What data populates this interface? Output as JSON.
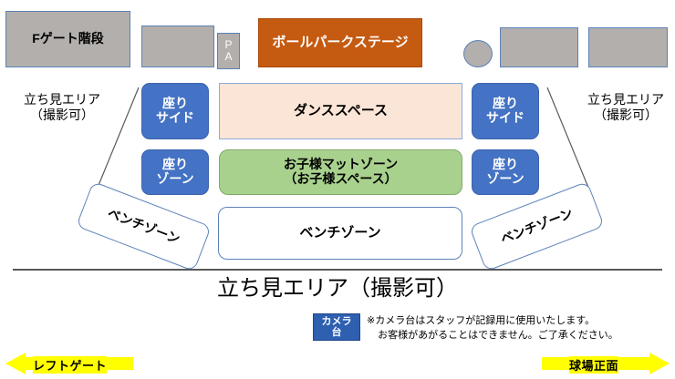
{
  "diagram": {
    "title_main": "立ち見エリア（撮影可）",
    "top_row": {
      "f_gate_stairs": "Fゲート階段",
      "blank_box_left": "",
      "pa_line1": "P",
      "pa_line2": "A",
      "stage": "ボールパークステージ",
      "circle": "",
      "blank_box_right_1": "",
      "blank_box_right_2": ""
    },
    "standing_left": {
      "line1": "立ち見エリア",
      "line2": "（撮影可）"
    },
    "standing_right": {
      "line1": "立ち見エリア",
      "line2": "（撮影可）"
    },
    "seating_row_1": {
      "left_line1": "座り",
      "left_line2": "サイド",
      "center": "ダンススペース",
      "right_line1": "座り",
      "right_line2": "サイド"
    },
    "seating_row_2": {
      "left_line1": "座り",
      "left_line2": "ゾーン",
      "center_line1": "お子様マットゾーン",
      "center_line2": "（お子様スペース）",
      "right_line1": "座り",
      "right_line2": "ゾーン"
    },
    "bench_row": {
      "left": "ベンチゾーン",
      "center": "ベンチゾーン",
      "right": "ベンチゾーン"
    },
    "camera_stand": {
      "label_line1": "カメラ",
      "label_line2": "台",
      "note_line1": "※カメラ台はスタッフが記録用に使用いたします。",
      "note_line2": "お客様があがることはできません。ご了承ください。"
    },
    "arrows": {
      "left_label": "レフトゲート",
      "right_label": "球場正面"
    },
    "colors": {
      "stage": "#C55A11",
      "seating": "#4472C4",
      "dance_space": "#FBE5D6",
      "kids_zone": "#A9D18E",
      "gray_block": "#B3AFAC",
      "arrow": "#FFFF00",
      "camera_box": "#2E5FB0",
      "outline_blue": "#5B82B8"
    }
  }
}
